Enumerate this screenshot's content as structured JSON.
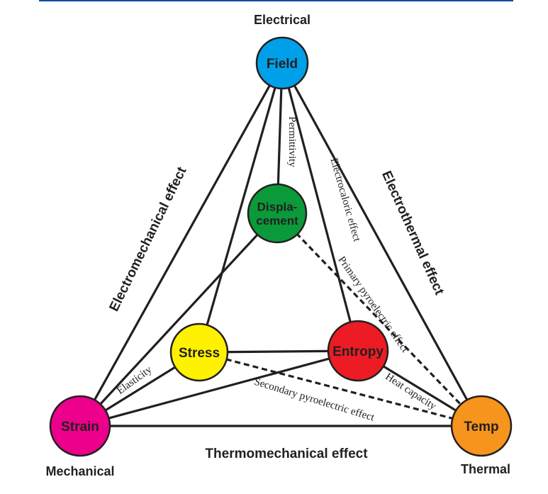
{
  "domain_labels": {
    "electrical": "Electrical",
    "mechanical": "Mechanical",
    "thermal": "Thermal"
  },
  "nodes": [
    {
      "id": "field",
      "label": [
        "Field"
      ],
      "color": "#00a0e9"
    },
    {
      "id": "displacement",
      "label": [
        "Displa-",
        "cement"
      ],
      "color": "#0a9a3a"
    },
    {
      "id": "stress",
      "label": [
        "Stress"
      ],
      "color": "#fff200"
    },
    {
      "id": "entropy",
      "label": [
        "Entropy"
      ],
      "color": "#ed1c24"
    },
    {
      "id": "strain",
      "label": [
        "Strain"
      ],
      "color": "#ec008c"
    },
    {
      "id": "temp",
      "label": [
        "Temp"
      ],
      "color": "#f7941d"
    }
  ],
  "edges": [
    {
      "from": "field",
      "to": "strain",
      "style": "solid"
    },
    {
      "from": "field",
      "to": "stress",
      "style": "solid"
    },
    {
      "from": "field",
      "to": "displacement",
      "style": "solid"
    },
    {
      "from": "field",
      "to": "entropy",
      "style": "solid"
    },
    {
      "from": "field",
      "to": "temp",
      "style": "solid"
    },
    {
      "from": "displacement",
      "to": "strain",
      "style": "solid"
    },
    {
      "from": "stress",
      "to": "strain",
      "style": "solid"
    },
    {
      "from": "stress",
      "to": "entropy",
      "style": "solid"
    },
    {
      "from": "entropy",
      "to": "strain",
      "style": "solid"
    },
    {
      "from": "entropy",
      "to": "temp",
      "style": "solid"
    },
    {
      "from": "strain",
      "to": "temp",
      "style": "solid"
    },
    {
      "from": "displacement",
      "to": "temp",
      "style": "dashed"
    },
    {
      "from": "stress",
      "to": "temp",
      "style": "dashed"
    }
  ],
  "effect_labels": {
    "electromechanical": "Electromechanical effect",
    "electrothermal": "Electrothermal effect",
    "thermomechanical": "Thermomechanical effect"
  },
  "property_labels": {
    "permittivity": "Permittivity",
    "electrocaloric": "Electrocaloric effect",
    "primary_pyroelectric": "Primary pyroelectric effect",
    "elasticity": "Elasticity",
    "heat_capacity": "Heat capacity",
    "secondary_pyroelectric": "Secondary pyroelectric effect"
  },
  "colors": {
    "line": "#231f20",
    "accent_rule": "#0b4ea2"
  }
}
